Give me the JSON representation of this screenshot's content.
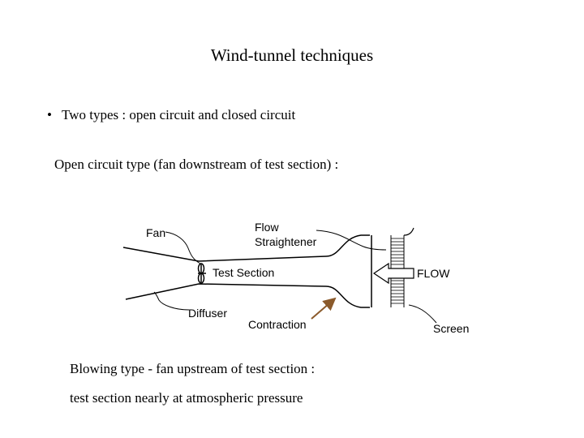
{
  "slide": {
    "title": "Wind-tunnel techniques",
    "bullet": "Two types :  open circuit and closed circuit",
    "open_circuit_heading": "Open circuit type (fan downstream of test section) :",
    "blowing_type": "Blowing type - fan upstream of test section :",
    "atmospheric_note": "test section nearly at atmospheric pressure"
  },
  "diagram": {
    "labels": {
      "fan": "Fan",
      "flow_straightener_line1": "Flow",
      "flow_straightener_line2": "Straightener",
      "test_section": "Test Section",
      "flow": "FLOW",
      "diffuser": "Diffuser",
      "contraction": "Contraction",
      "screen": "Screen"
    },
    "colors": {
      "lines": "#000000",
      "contraction_arrow": "#8b5a2b"
    }
  }
}
